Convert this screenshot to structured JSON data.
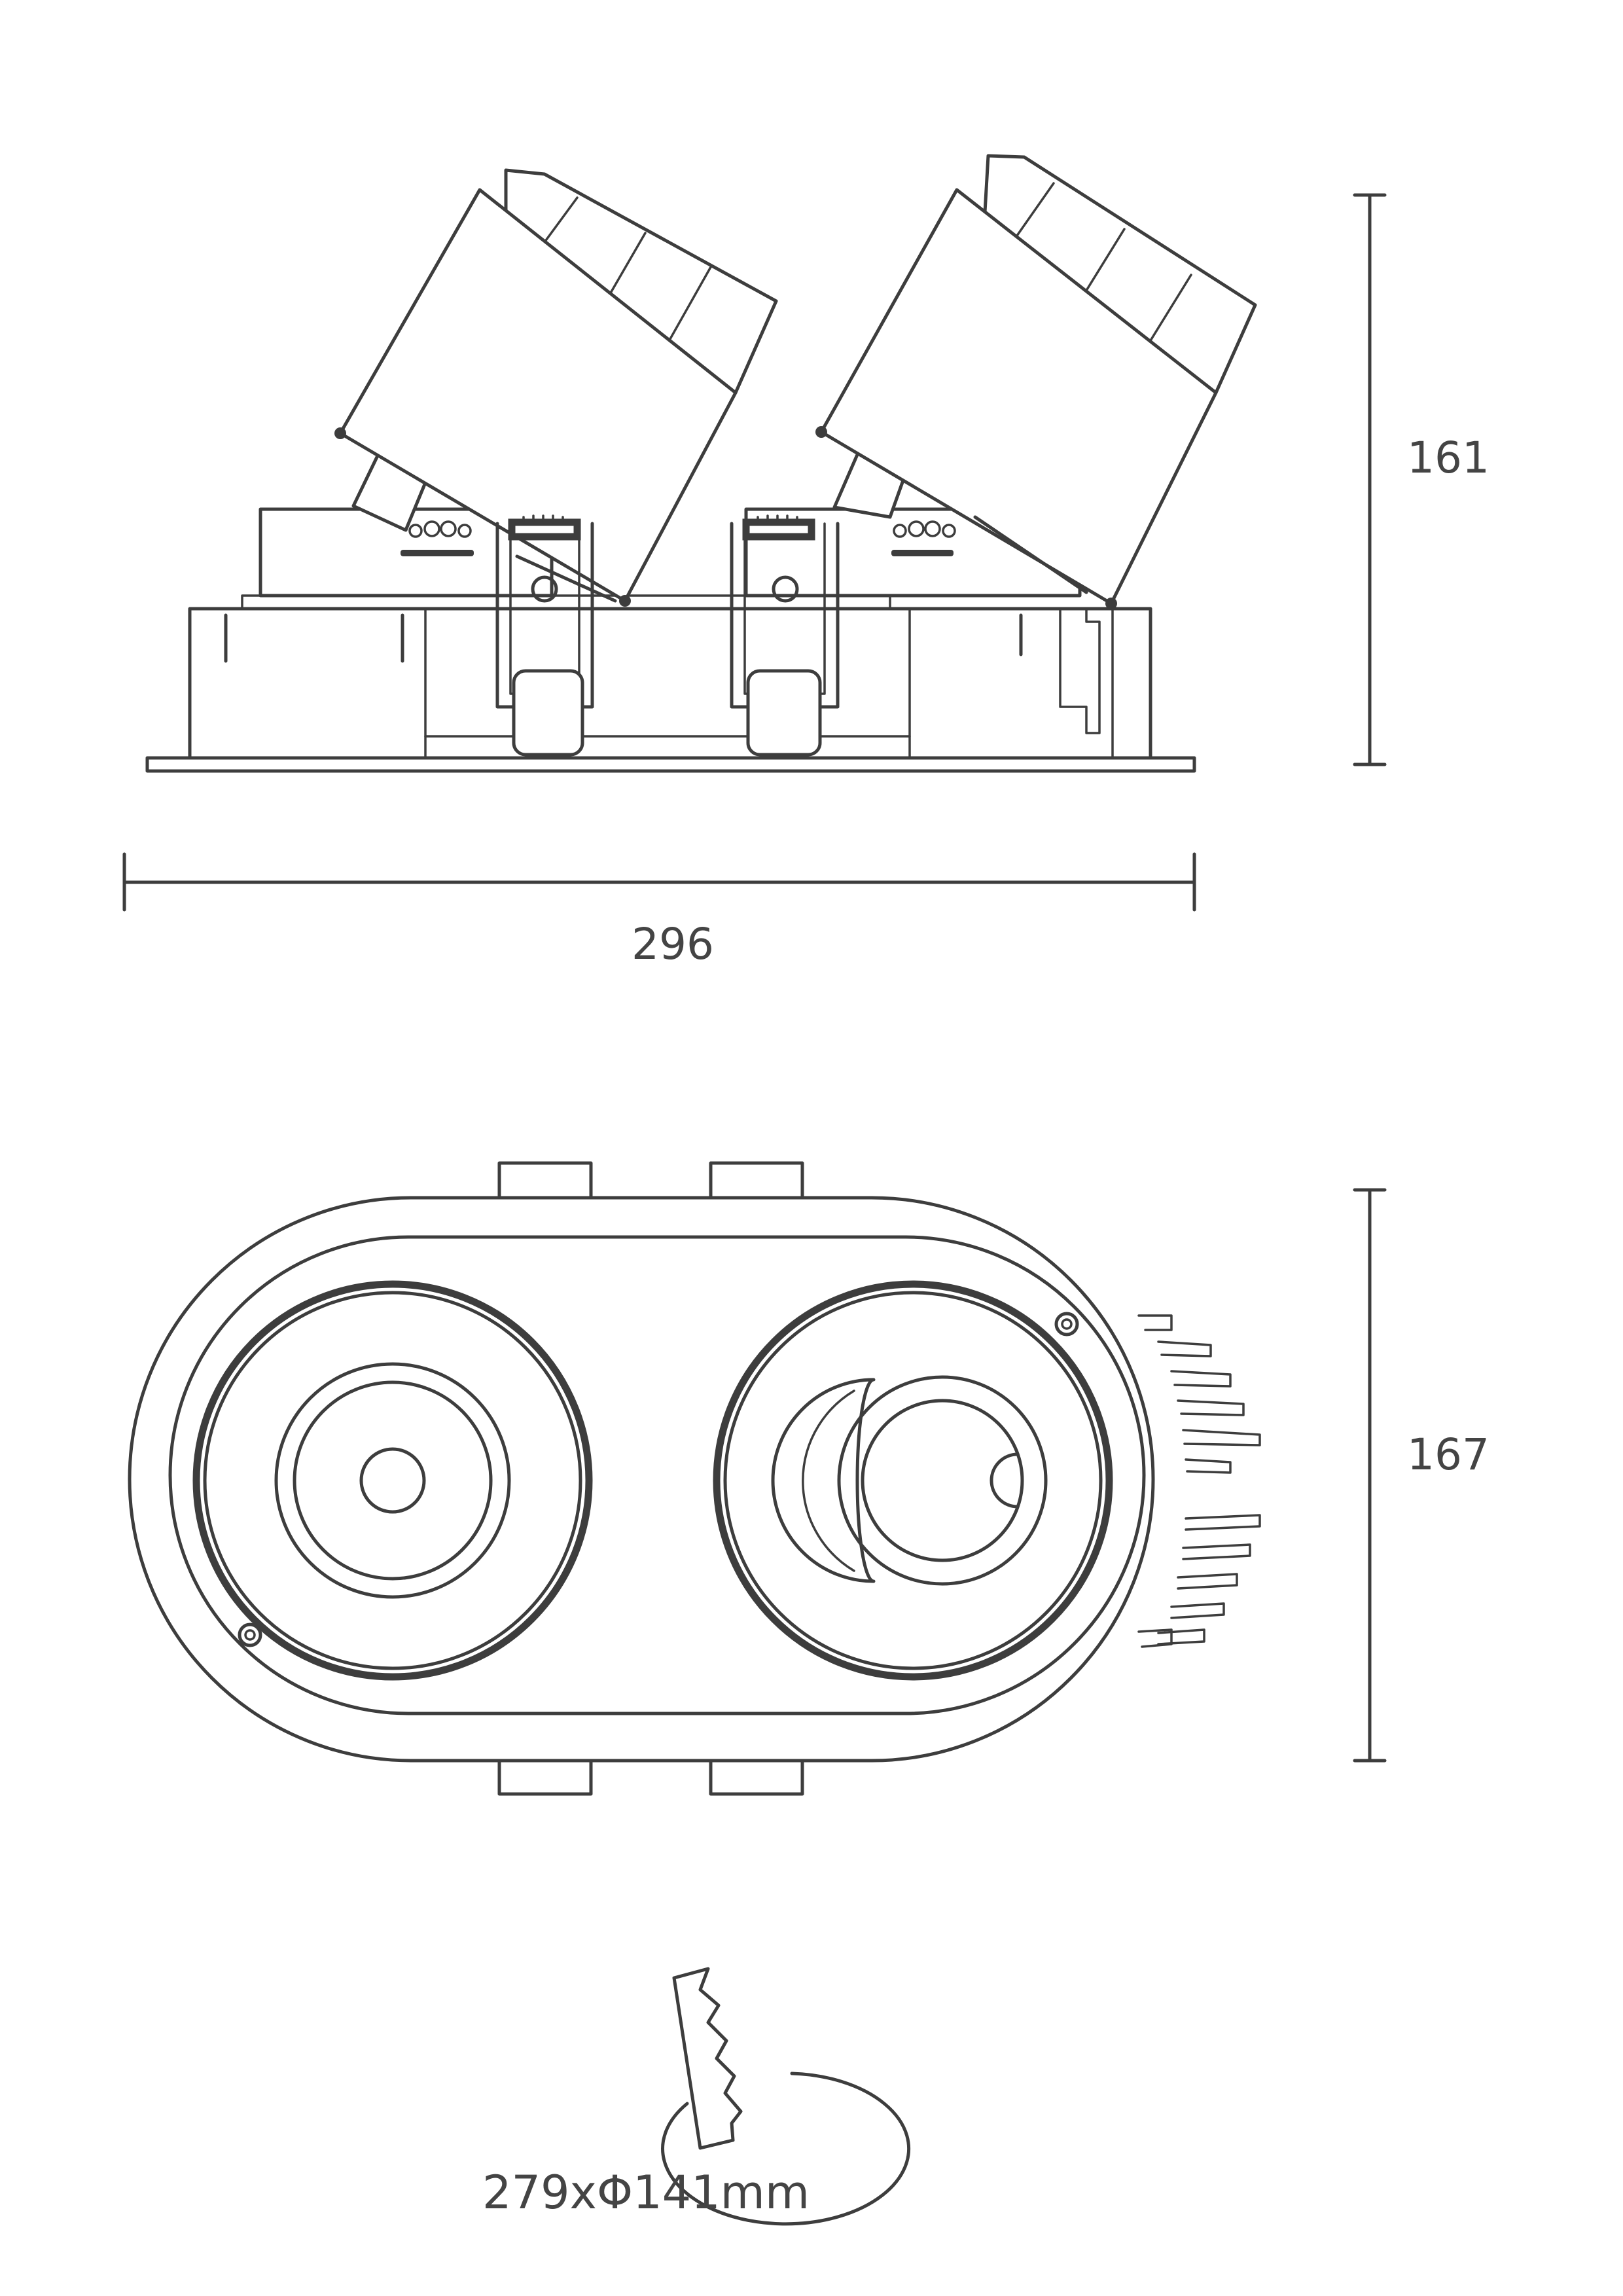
{
  "dimensions": {
    "width_label": "296",
    "height_side_label": "161",
    "height_front_label": "167",
    "cutout_label": "279xΦ141mm"
  },
  "colors": {
    "line": "#3d3d3d",
    "background": "#ffffff"
  }
}
